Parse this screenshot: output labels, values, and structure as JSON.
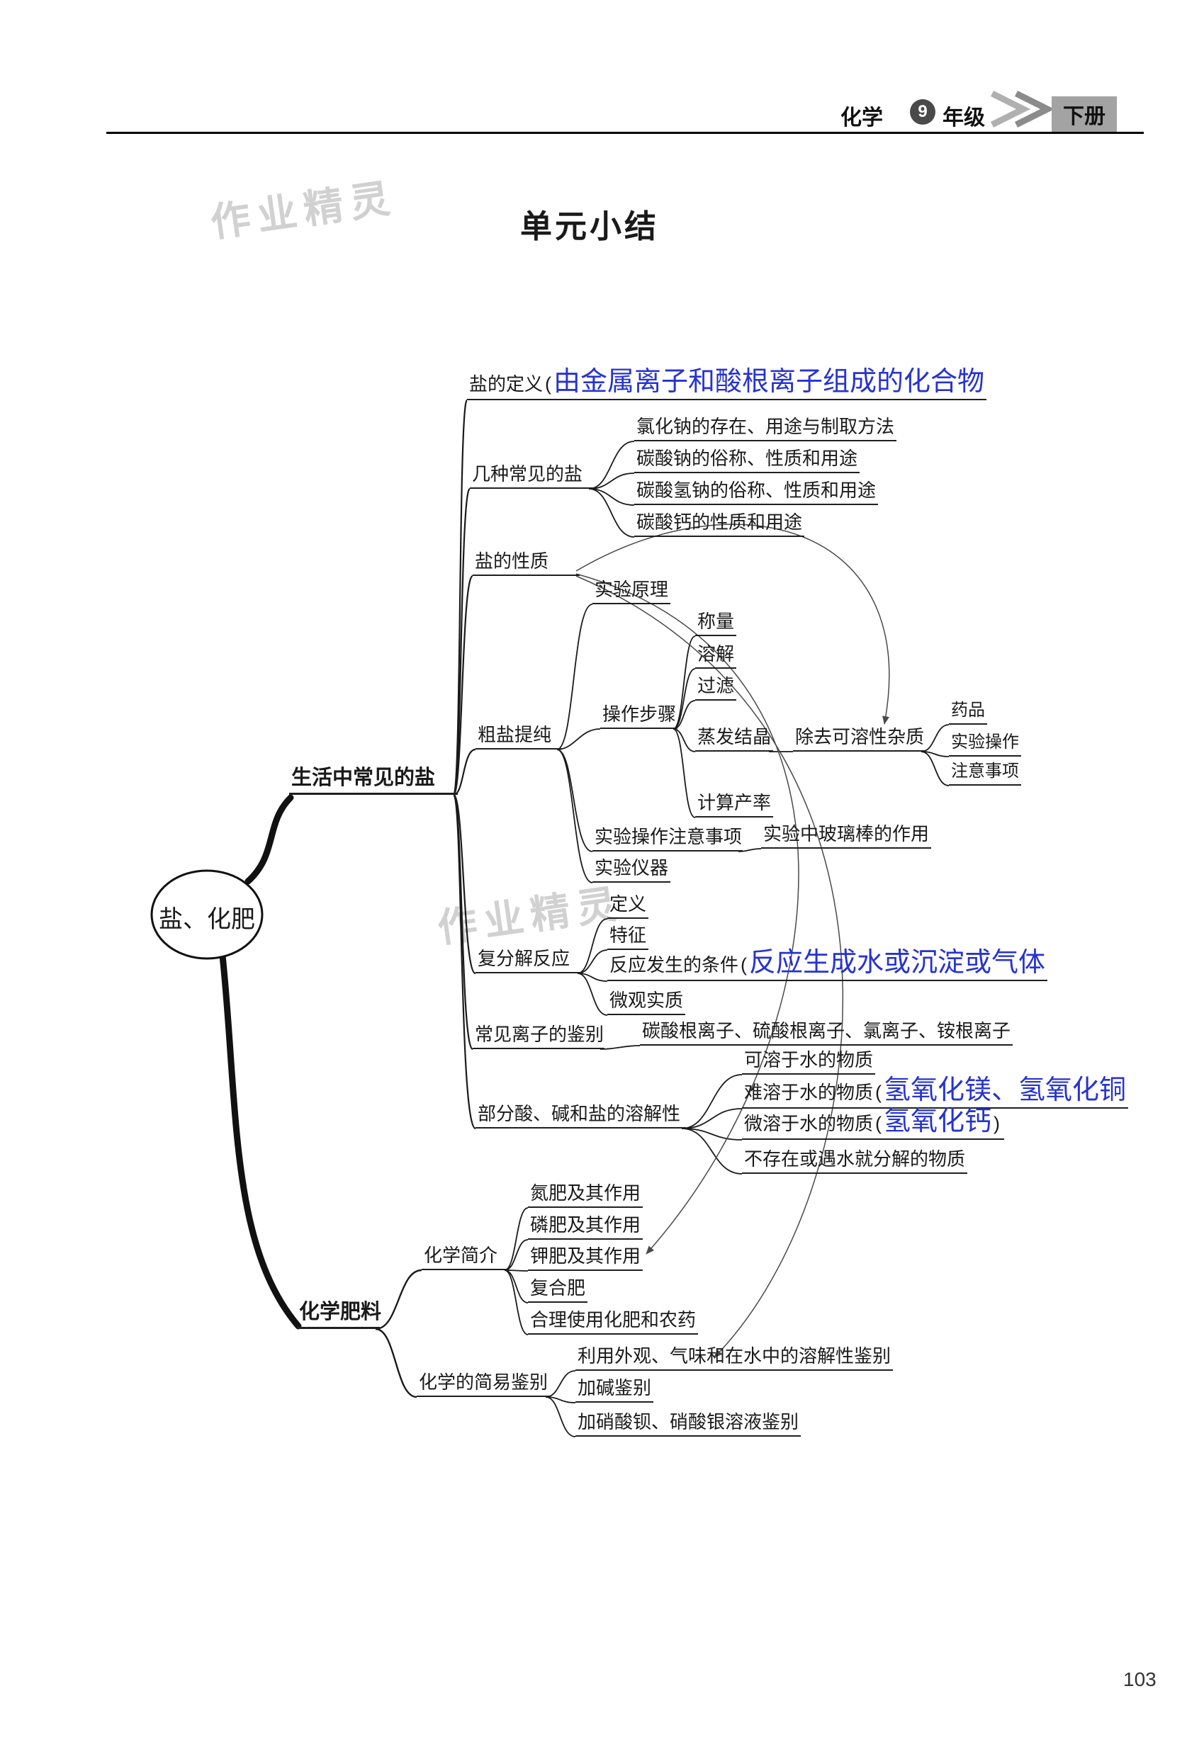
{
  "page": {
    "header": {
      "subject": "化学",
      "grade_number": "9",
      "grade_label": "年级",
      "volume": "下册"
    },
    "title": "单元小结",
    "watermark": "作业精灵",
    "page_number": "103",
    "colors": {
      "annotation_blue": "#2733cf",
      "line_black": "#1a1a1a"
    }
  },
  "mindmap": {
    "root": "盐、化肥",
    "branches": [
      {
        "label": "生活中常见的盐",
        "children": [
          {
            "label": "盐的定义",
            "open": "(",
            "value": "由金属离子和酸根离子组成的化合物"
          },
          {
            "label": "几种常见的盐",
            "children": [
              {
                "label": "氯化钠的存在、用途与制取方法"
              },
              {
                "label": "碳酸钠的俗称、性质和用途"
              },
              {
                "label": "碳酸氢钠的俗称、性质和用途"
              },
              {
                "label": "碳酸钙的性质和用途"
              }
            ]
          },
          {
            "label": "盐的性质"
          },
          {
            "label": "粗盐提纯",
            "children": [
              {
                "label": "实验原理"
              },
              {
                "label": "操作步骤",
                "children": [
                  {
                    "label": "称量"
                  },
                  {
                    "label": "溶解"
                  },
                  {
                    "label": "过滤"
                  },
                  {
                    "label": "蒸发结晶",
                    "children": [
                      {
                        "label": "除去可溶性杂质",
                        "children": [
                          {
                            "label": "药品"
                          },
                          {
                            "label": "实验操作"
                          },
                          {
                            "label": "注意事项"
                          }
                        ]
                      }
                    ]
                  },
                  {
                    "label": "计算产率"
                  }
                ]
              },
              {
                "label": "实验操作注意事项",
                "children": [
                  {
                    "label": "实验中玻璃棒的作用"
                  }
                ]
              },
              {
                "label": "实验仪器"
              }
            ]
          },
          {
            "label": "复分解反应",
            "children": [
              {
                "label": "定义"
              },
              {
                "label": "特征"
              },
              {
                "label": "反应发生的条件",
                "open": "(",
                "value": "反应生成水或沉淀或气体"
              },
              {
                "label": "微观实质"
              }
            ]
          },
          {
            "label": "常见离子的鉴别",
            "children": [
              {
                "label": "碳酸根离子、硫酸根离子、氯离子、铵根离子"
              }
            ]
          },
          {
            "label": "部分酸、碱和盐的溶解性",
            "children": [
              {
                "label": "可溶于水的物质"
              },
              {
                "label": "难溶于水的物质",
                "open": "(",
                "value": "氢氧化镁、氢氧化铜"
              },
              {
                "label": "微溶于水的物质",
                "open": "(",
                "value": "氢氧化钙",
                "close": ")"
              },
              {
                "label": "不存在或遇水就分解的物质"
              }
            ]
          }
        ]
      },
      {
        "label": "化学肥料",
        "children": [
          {
            "label": "化学简介",
            "children": [
              {
                "label": "氮肥及其作用"
              },
              {
                "label": "磷肥及其作用"
              },
              {
                "label": "钾肥及其作用"
              },
              {
                "label": "复合肥"
              },
              {
                "label": "合理使用化肥和农药"
              }
            ]
          },
          {
            "label": "化学的简易鉴别",
            "children": [
              {
                "label": "利用外观、气味和在水中的溶解性鉴别"
              },
              {
                "label": "加碱鉴别"
              },
              {
                "label": "加硝酸钡、硝酸银溶液鉴别"
              }
            ]
          }
        ]
      }
    ]
  }
}
